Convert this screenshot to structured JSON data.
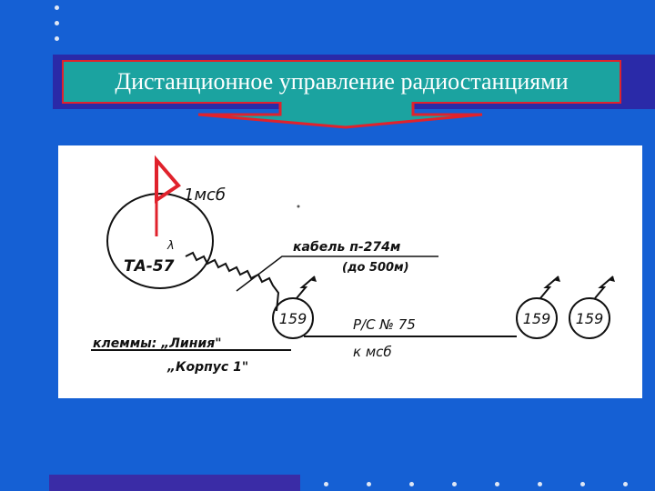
{
  "slide": {
    "title": "Дистанционное управление радиостанциями",
    "colors": {
      "background": "#1560d4",
      "title_box": "#1ba3a0",
      "title_border": "#e0222c",
      "band": "#2a2aa8"
    }
  },
  "diagram": {
    "flag_label": "1мсб",
    "phone_label": "ТА-57",
    "phone_mark": "λ",
    "cable_label": "кабель п-274м",
    "cable_note": "(до 500м)",
    "terminals_label": "клеммы: „Линия\"",
    "terminals_label2": "„Корпус 1\"",
    "radio_label": "Р/С № 75",
    "radio_dest": "к  мсб",
    "station1": "159",
    "station2": "159",
    "station3": "159"
  }
}
